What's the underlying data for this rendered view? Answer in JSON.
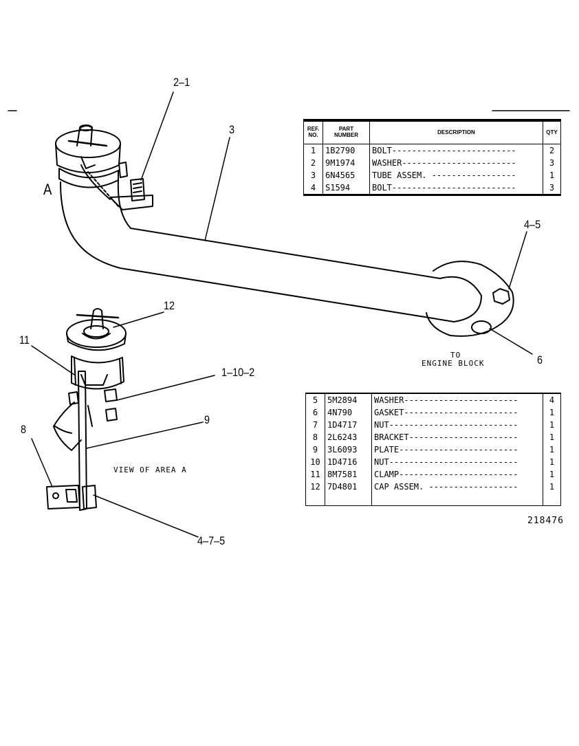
{
  "callouts": {
    "c2_1": "2–1",
    "c3": "3",
    "cA": "A",
    "c4_5": "4–5",
    "c12": "12",
    "c11": "11",
    "c1_10_2": "1–10–2",
    "c9": "9",
    "c8": "8",
    "c6": "6",
    "c4_7_5": "4–7–5"
  },
  "notes": {
    "to_engine_block_1": "TO",
    "to_engine_block_2": "ENGINE BLOCK",
    "view_of_area_a": "VIEW OF AREA A"
  },
  "table_header": {
    "ref_no_1": "REF.",
    "ref_no_2": "NO.",
    "part_number_1": "PART",
    "part_number_2": "NUMBER",
    "description": "DESCRIPTION",
    "qty": "QTY"
  },
  "parts_top": [
    {
      "ref": "1",
      "part": "1B2790",
      "desc": "BOLT-------------------------",
      "qty": "2"
    },
    {
      "ref": "2",
      "part": "9M1974",
      "desc": "WASHER-----------------------",
      "qty": "3"
    },
    {
      "ref": "3",
      "part": "6N4565",
      "desc": "TUBE ASSEM. -----------------",
      "qty": "1"
    },
    {
      "ref": "4",
      "part": "S1594",
      "desc": "BOLT-------------------------",
      "qty": "3"
    }
  ],
  "parts_bottom": [
    {
      "ref": "5",
      "part": "5M2894",
      "desc": "WASHER-----------------------",
      "qty": "4"
    },
    {
      "ref": "6",
      "part": "4N790",
      "desc": "GASKET-----------------------",
      "qty": "1"
    },
    {
      "ref": "7",
      "part": "1D4717",
      "desc": "NUT--------------------------",
      "qty": "1"
    },
    {
      "ref": "8",
      "part": "2L6243",
      "desc": "BRACKET----------------------",
      "qty": "1"
    },
    {
      "ref": "9",
      "part": "3L6093",
      "desc": "PLATE------------------------",
      "qty": "1"
    },
    {
      "ref": "10",
      "part": "1D4716",
      "desc": "NUT--------------------------",
      "qty": "1"
    },
    {
      "ref": "11",
      "part": "8M7581",
      "desc": "CLAMP------------------------",
      "qty": "1"
    },
    {
      "ref": "12",
      "part": "7D4801",
      "desc": "CAP ASSEM. ------------------",
      "qty": "1"
    }
  ],
  "drawing_number": "218476"
}
